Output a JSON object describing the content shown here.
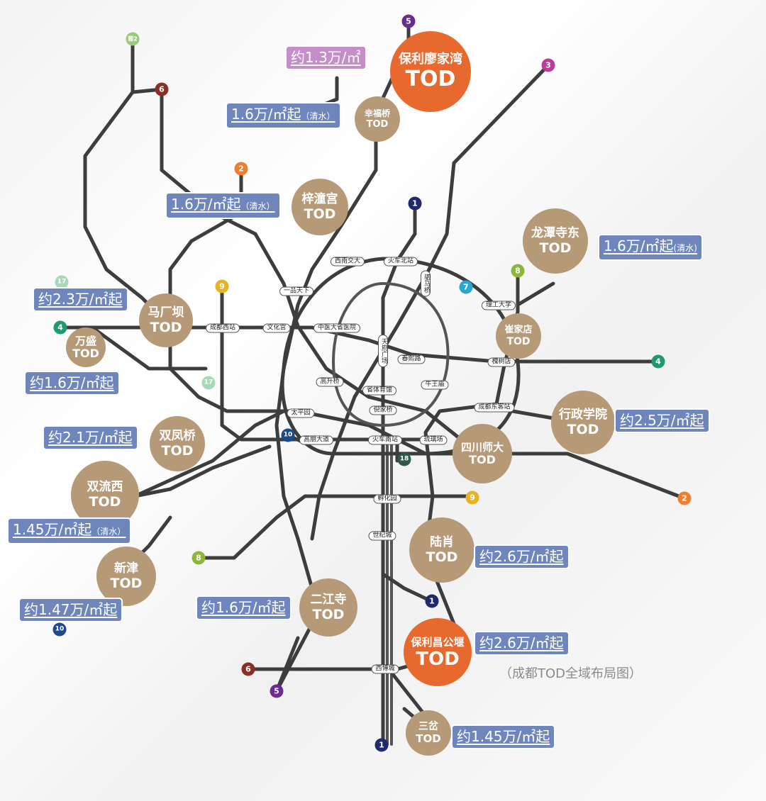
{
  "caption": "（成都TOD全域布局图）",
  "colors": {
    "line_1": "#1f2a6b",
    "line_2": "#ef7d2e",
    "line_3": "#c1399a",
    "line_4": "#1f9a6e",
    "line_5": "#6a2c91",
    "line_6": "#8b2e25",
    "line_7": "#2aa7d0",
    "line_8": "#8cb83a",
    "line_9": "#e7b320",
    "line_10": "#1f4a8a",
    "line_17": "#a7d9b8",
    "line_18": "#2e5b4e",
    "tod_brown": "#b69a78",
    "tod_orange": "#e8692e",
    "price_blue": "#6f86bd",
    "price_purple": "#c48fc8"
  },
  "line_badges": [
    {
      "label": "5",
      "color": "#6a2c91",
      "pos": "top"
    },
    {
      "label": "3",
      "color": "#c1399a",
      "pos": "top-right"
    },
    {
      "label": "蓉2",
      "color": "#9cc97c",
      "pos": "top-left"
    },
    {
      "label": "6",
      "color": "#8b2e25",
      "pos": "upper-left"
    },
    {
      "label": "2",
      "color": "#ef7d2e",
      "pos": "upper-left"
    },
    {
      "label": "1",
      "color": "#1f2a6b",
      "pos": "north"
    },
    {
      "label": "8",
      "color": "#8cb83a",
      "pos": "east"
    },
    {
      "label": "7",
      "color": "#2aa7d0",
      "pos": "east"
    },
    {
      "label": "9",
      "color": "#e7b320",
      "pos": "west"
    },
    {
      "label": "17",
      "color": "#a7d9b8",
      "pos": "west"
    },
    {
      "label": "4",
      "color": "#1f9a6e",
      "pos": "west"
    },
    {
      "label": "17",
      "color": "#a7d9b8",
      "pos": "west"
    },
    {
      "label": "4",
      "color": "#1f9a6e",
      "pos": "east"
    },
    {
      "label": "10",
      "color": "#1f4a8a",
      "pos": "south-west"
    },
    {
      "label": "18",
      "color": "#2e5b4e",
      "pos": "south"
    },
    {
      "label": "9",
      "color": "#e7b320",
      "pos": "south"
    },
    {
      "label": "2",
      "color": "#ef7d2e",
      "pos": "south-east"
    },
    {
      "label": "8",
      "color": "#8cb83a",
      "pos": "south-west"
    },
    {
      "label": "1",
      "color": "#1f2a6b",
      "pos": "south"
    },
    {
      "label": "10",
      "color": "#1f4a8a",
      "pos": "south-west"
    },
    {
      "label": "6",
      "color": "#8b2e25",
      "pos": "south"
    },
    {
      "label": "5",
      "color": "#6a2c91",
      "pos": "south"
    },
    {
      "label": "1",
      "color": "#1f2a6b",
      "pos": "south"
    }
  ],
  "stations": [
    {
      "name": "西南交大"
    },
    {
      "name": "火车北站"
    },
    {
      "name": "一品天下"
    },
    {
      "name": "驷马桥"
    },
    {
      "name": "理工大学"
    },
    {
      "name": "成都西站"
    },
    {
      "name": "文化宫"
    },
    {
      "name": "中医大省医院"
    },
    {
      "name": "天府广场"
    },
    {
      "name": "春熙路"
    },
    {
      "name": "槐树店"
    },
    {
      "name": "高升桥"
    },
    {
      "name": "省体育馆"
    },
    {
      "name": "牛王庙"
    },
    {
      "name": "成都东客站"
    },
    {
      "name": "倪家桥"
    },
    {
      "name": "太平园"
    },
    {
      "name": "高朋大道"
    },
    {
      "name": "火车南站"
    },
    {
      "name": "琉璃场"
    },
    {
      "name": "孵化园"
    },
    {
      "name": "世纪城"
    },
    {
      "name": "西博城"
    }
  ],
  "tods": [
    {
      "name": "保利廖家湾",
      "label": "TOD",
      "style": "orange"
    },
    {
      "name": "幸福桥",
      "label": "TOD",
      "style": "brown"
    },
    {
      "name": "梓潼宫",
      "label": "TOD",
      "style": "brown"
    },
    {
      "name": "龙潭寺东",
      "label": "TOD",
      "style": "brown"
    },
    {
      "name": "马厂坝",
      "label": "TOD",
      "style": "brown"
    },
    {
      "name": "万盛",
      "label": "TOD",
      "style": "brown"
    },
    {
      "name": "崔家店",
      "label": "TOD",
      "style": "brown"
    },
    {
      "name": "行政学院",
      "label": "TOD",
      "style": "brown"
    },
    {
      "name": "双凤桥",
      "label": "TOD",
      "style": "brown"
    },
    {
      "name": "双流西",
      "label": "TOD",
      "style": "brown"
    },
    {
      "name": "四川师大",
      "label": "TOD",
      "style": "brown"
    },
    {
      "name": "陆肖",
      "label": "TOD",
      "style": "brown"
    },
    {
      "name": "新津",
      "label": "TOD",
      "style": "brown"
    },
    {
      "name": "二江寺",
      "label": "TOD",
      "style": "brown"
    },
    {
      "name": "保利昌公堰",
      "label": "TOD",
      "style": "orange"
    },
    {
      "name": "三岔",
      "label": "TOD",
      "style": "brown"
    }
  ],
  "prices": [
    {
      "text": "约1.3万/㎡",
      "note": "",
      "style": "purple"
    },
    {
      "text": "1.6万/㎡起",
      "note": "（清水）",
      "style": "blue"
    },
    {
      "text": "1.6万/㎡起",
      "note": "（清水）",
      "style": "blue"
    },
    {
      "text": "1.6万/㎡起",
      "note": "(清水)",
      "style": "blue"
    },
    {
      "text": "约2.3万/㎡起",
      "note": "",
      "style": "blue"
    },
    {
      "text": "约1.6万/㎡起",
      "note": "",
      "style": "blue"
    },
    {
      "text": "约2.5万/㎡起",
      "note": "",
      "style": "blue"
    },
    {
      "text": "约2.1万/㎡起",
      "note": "",
      "style": "blue"
    },
    {
      "text": "1.45万/㎡起",
      "note": "（清水）",
      "style": "blue"
    },
    {
      "text": "约2.6万/㎡起",
      "note": "",
      "style": "blue"
    },
    {
      "text": "约1.47万/㎡起",
      "note": "",
      "style": "blue"
    },
    {
      "text": "约1.6万/㎡起",
      "note": "",
      "style": "blue"
    },
    {
      "text": "约2.6万/㎡起",
      "note": "",
      "style": "blue"
    },
    {
      "text": "约1.45万/㎡起",
      "note": "",
      "style": "blue"
    }
  ]
}
